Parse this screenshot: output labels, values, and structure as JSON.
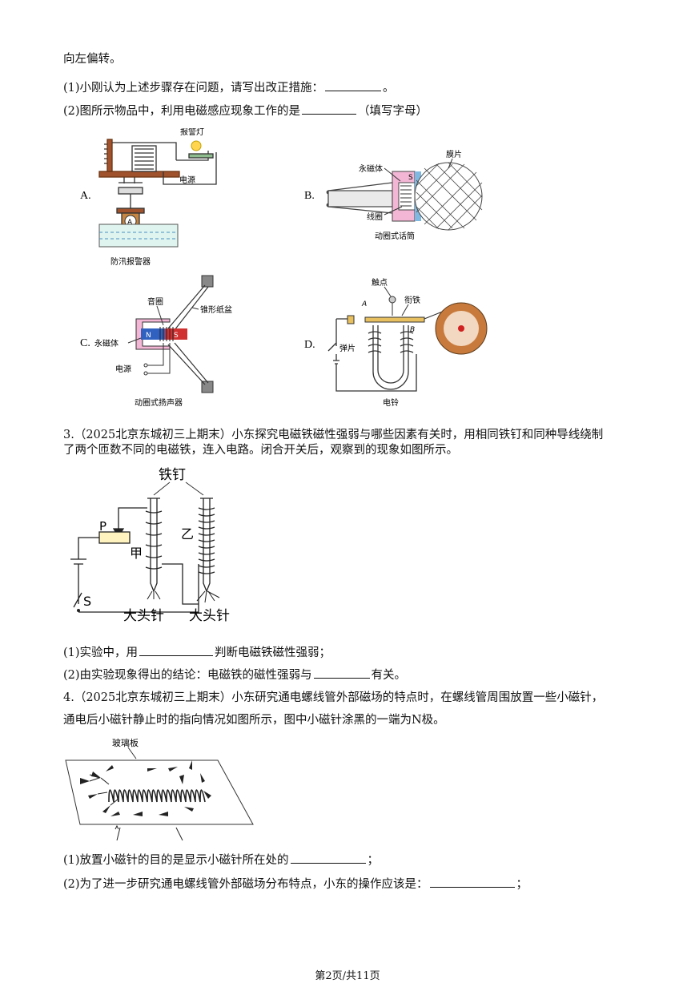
{
  "lines": {
    "l0": "向左偏转。",
    "q2_1_prefix": "(1)小刚认为上述步骤存在问题，请写出改正措施：",
    "q2_1_suffix": "。",
    "q2_2_prefix": "(2)图所示物品中，利用电磁感应现象工作的是",
    "q2_2_suffix": "（填写字母）",
    "q3_line1": "3.（2025北京东城初三上期末）小东探究电磁铁磁性强弱与哪些因素有关时，用相同铁钉和同种导线绕制",
    "q3_line2": "了两个匝数不同的电磁铁，连入电路。闭合开关后，观察到的现象如图所示。",
    "q3_1_prefix": "(1)实验中，用",
    "q3_1_suffix": "判断电磁铁磁性强弱；",
    "q3_2_prefix": "(2)由实验现象得出的结论：电磁铁的磁性强弱与",
    "q3_2_suffix": "有关。",
    "q4_line1": "4.（2025北京东城初三上期末）小东研究通电螺线管外部磁场的特点时，在螺线管周围放置一些小磁针，",
    "q4_line2": "通电后小磁针静止时的指向情况如图所示，图中小磁针涂黑的一端为N极。",
    "q4_1_prefix": "(1)放置小磁针的目的是显示小磁针所在处的",
    "q4_1_suffix": "；",
    "q4_2_prefix": "(2)为了进一步研究通电螺线管外部磁场分布特点，小东的操作应该是：",
    "q4_2_suffix": "；"
  },
  "figA": {
    "option": "A.",
    "bulb_label": "报警灯",
    "power_label": "电源",
    "ammeter": "A",
    "caption": "防汛报警器"
  },
  "figB": {
    "option": "B.",
    "magnet_label": "永磁体",
    "diaphragm_label": "膜片",
    "coil_label": "线圈",
    "pole": "S",
    "caption": "动圈式话筒"
  },
  "figC": {
    "option": "C.",
    "coil_label": "音圈",
    "cone_label": "锥形纸盆",
    "magnet_label": "永磁体",
    "power_label": "电源",
    "pole_n": "N",
    "pole_s": "S",
    "caption": "动圈式扬声器"
  },
  "figD": {
    "option": "D.",
    "contact_label": "触点",
    "armature_label": "衔铁",
    "spring_label": "弹片",
    "point_a": "A",
    "point_b": "B",
    "caption": "电铃"
  },
  "fig3": {
    "nail_label": "铁钉",
    "p_label": "P",
    "jia_label": "甲",
    "yi_label": "乙",
    "s_label": "S",
    "pins_label_1": "大头针",
    "pins_label_2": "大头针"
  },
  "fig4": {
    "plate_label": "玻璃板"
  },
  "footer": "第2页/共11页"
}
